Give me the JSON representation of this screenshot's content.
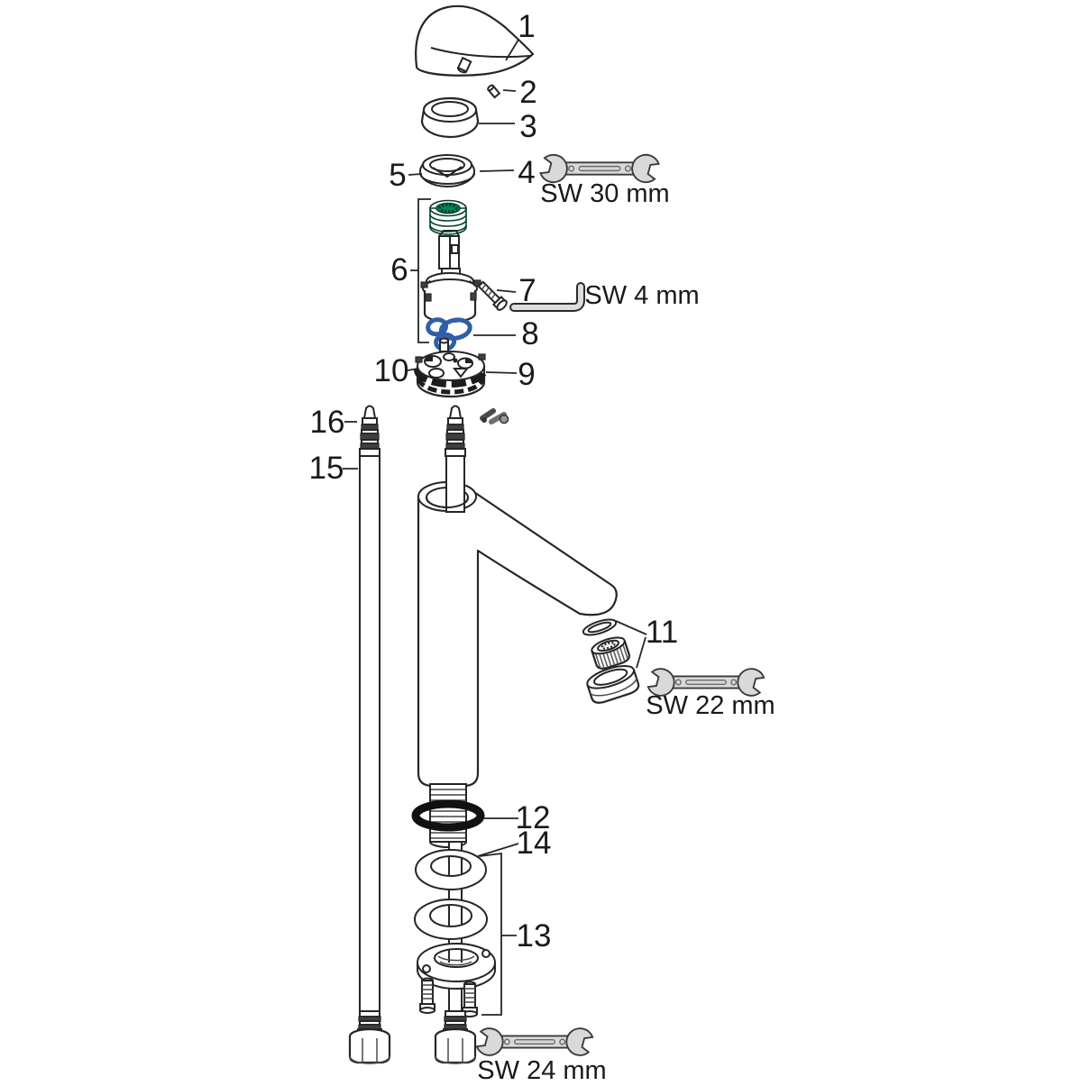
{
  "diagram": {
    "type": "exploded-parts-diagram",
    "subject": "single-lever basin mixer faucet",
    "background": "#ffffff"
  },
  "colors": {
    "line": "#262626",
    "metal": "#d9d9d9",
    "green": "#00a070",
    "blue": "#2f5fa7",
    "seal": "#111111"
  },
  "callouts": [
    {
      "num": "1"
    },
    {
      "num": "2"
    },
    {
      "num": "3"
    },
    {
      "num": "4"
    },
    {
      "num": "5"
    },
    {
      "num": "6"
    },
    {
      "num": "7"
    },
    {
      "num": "8"
    },
    {
      "num": "9"
    },
    {
      "num": "10"
    },
    {
      "num": "11"
    },
    {
      "num": "12"
    },
    {
      "num": "13"
    },
    {
      "num": "14"
    },
    {
      "num": "15"
    },
    {
      "num": "16"
    }
  ],
  "tools": [
    {
      "name": "open-end wrench",
      "size": "SW 30 mm"
    },
    {
      "name": "hex key",
      "size": "SW 4 mm"
    },
    {
      "name": "open-end wrench",
      "size": "SW 22 mm"
    },
    {
      "name": "open-end wrench",
      "size": "SW 24 mm"
    }
  ]
}
